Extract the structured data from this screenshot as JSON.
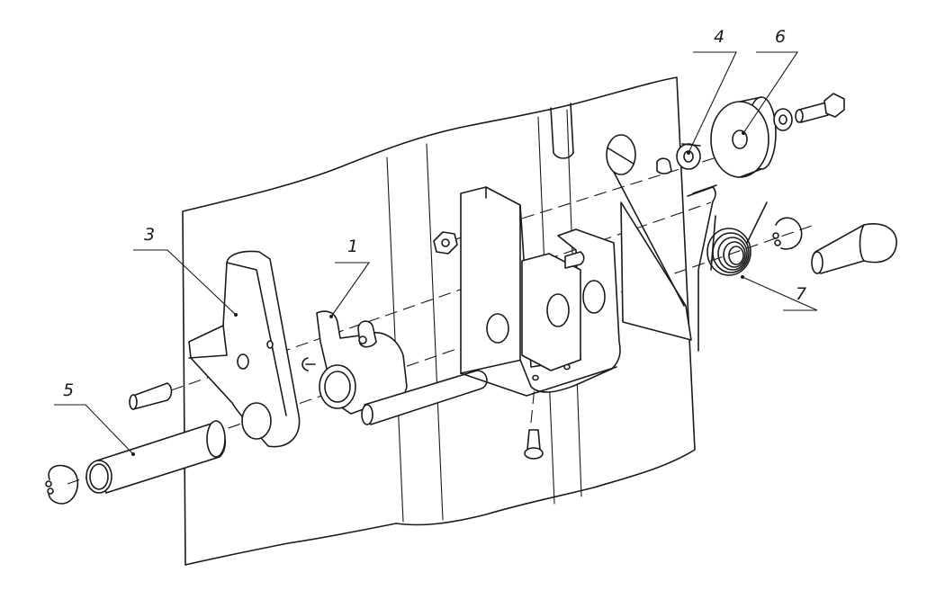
{
  "callouts": [
    {
      "label": "1",
      "part": "latch-cam"
    },
    {
      "label": "3",
      "part": "lever-arm"
    },
    {
      "label": "4",
      "part": "pivot-bushing"
    },
    {
      "label": "5",
      "part": "pivot-pin"
    },
    {
      "label": "6",
      "part": "pulley-wheel"
    },
    {
      "label": "7",
      "part": "torsion-spring"
    }
  ]
}
